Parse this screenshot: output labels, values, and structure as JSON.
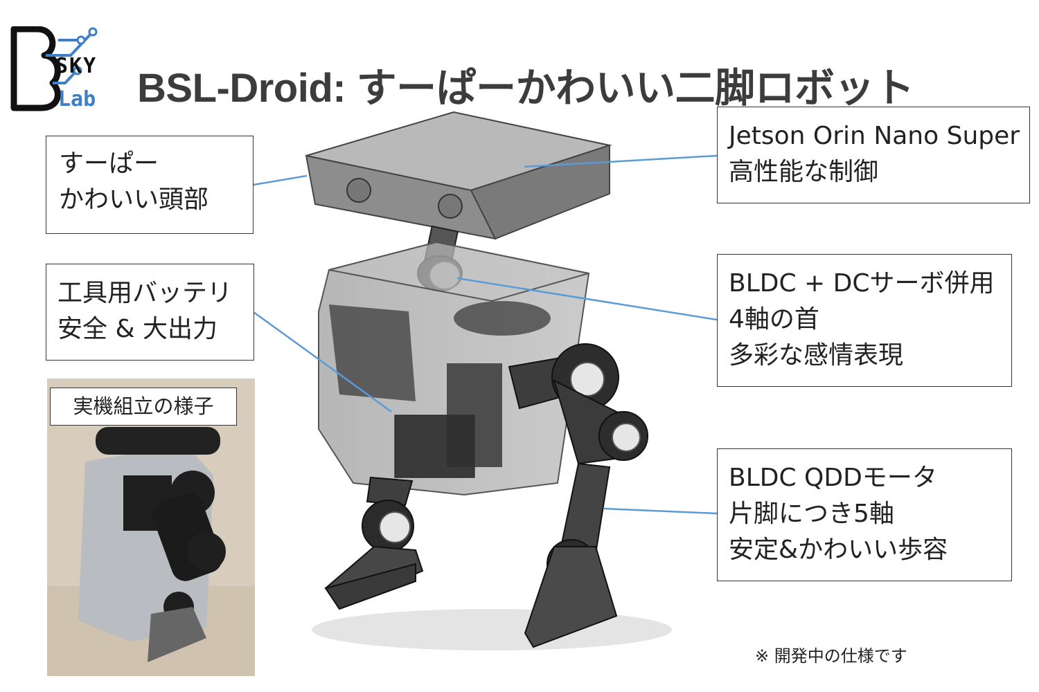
{
  "logo": {
    "sky": "SKY",
    "lab": "Lab"
  },
  "title": "BSL-Droid: すーぱーかわいい二脚ロボット",
  "callouts": {
    "head": [
      "すーぱー",
      "かわいい頭部"
    ],
    "battery": [
      "工具用バッテリ",
      "安全 & 大出力"
    ],
    "jetson": [
      "Jetson Orin Nano Super",
      "高性能な制御"
    ],
    "neck": [
      "BLDC + DCサーボ併用",
      "4軸の首",
      "多彩な感情表現"
    ],
    "leg": [
      "BLDC QDDモータ",
      "片脚につき5軸",
      "安定&かわいい歩容"
    ]
  },
  "photo_caption": "実機組立の様子",
  "note": "※ 開発中の仕様です",
  "colors": {
    "leader": "#5b9bd5",
    "accent": "#3f7fc6",
    "title": "#3c3c3c"
  }
}
